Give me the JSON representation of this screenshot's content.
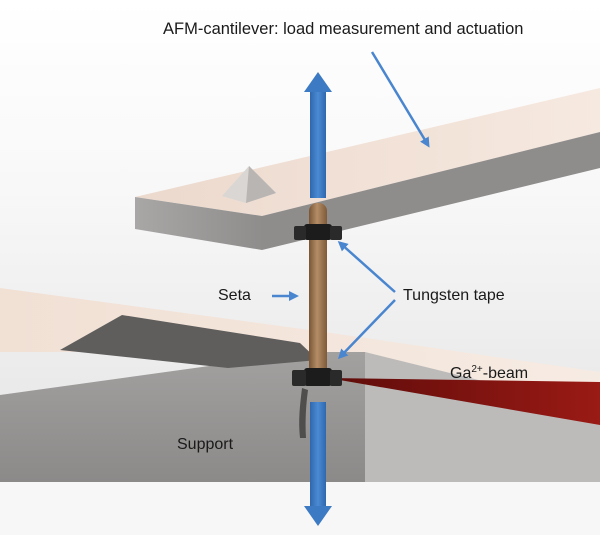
{
  "diagram": {
    "labels": {
      "cantilever": "AFM-cantilever: load measurement and actuation",
      "seta": "Seta",
      "tungsten_tape": "Tungsten tape",
      "ga_beam_base": "Ga",
      "ga_beam_sup": "2+",
      "ga_beam_suffix": "-beam",
      "support": "Support"
    },
    "colors": {
      "arrow_blue": "#3c7ac4",
      "arrow_blue_dark": "#2a5f9e",
      "beam_red": "#8e1613",
      "surface_pink": "#f3e3d9",
      "side_gray": "#9b9998",
      "seta_brown": "#a67c57",
      "tape_black": "#1c1c1c"
    },
    "icons": [
      "double-headed-arrow",
      "pointer-arrow",
      "pyramid-tip"
    ]
  }
}
